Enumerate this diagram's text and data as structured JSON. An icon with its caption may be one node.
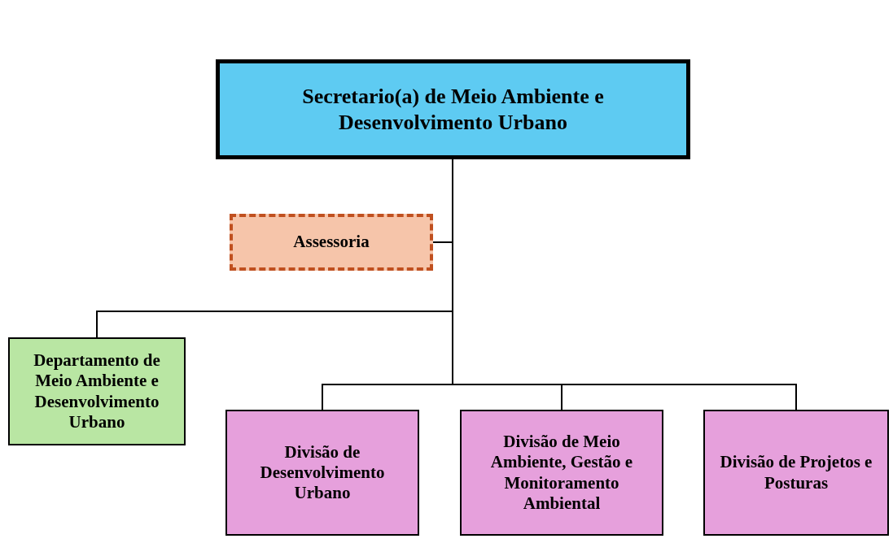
{
  "diagram": {
    "nodes": [
      {
        "text": [
          "Secretario(a) de Meio Ambiente e Desenvolvimento Urbano"
        ]
      },
      {
        "text": [
          "Assessoria"
        ]
      },
      {
        "text": [
          "Departamento de Meio Ambiente e Desenvolvimento Urbano"
        ]
      },
      {
        "text": [
          "Divisão de Desenvolvimento Urbano"
        ]
      },
      {
        "text": [
          "Divisão de Meio Ambiente, Gestão e Monitoramento Ambiental"
        ]
      },
      {
        "text": [
          "Divisão de Projetos e Posturas"
        ]
      }
    ],
    "edges": [
      {
        "from": 0,
        "to": 1,
        "arrow": "none"
      },
      {
        "from": 0,
        "to": 2,
        "arrow": "none"
      },
      {
        "from": 0,
        "to": 3,
        "arrow": "none"
      },
      {
        "from": 0,
        "to": 4,
        "arrow": "none"
      },
      {
        "from": 0,
        "to": 5,
        "arrow": "none"
      }
    ]
  }
}
